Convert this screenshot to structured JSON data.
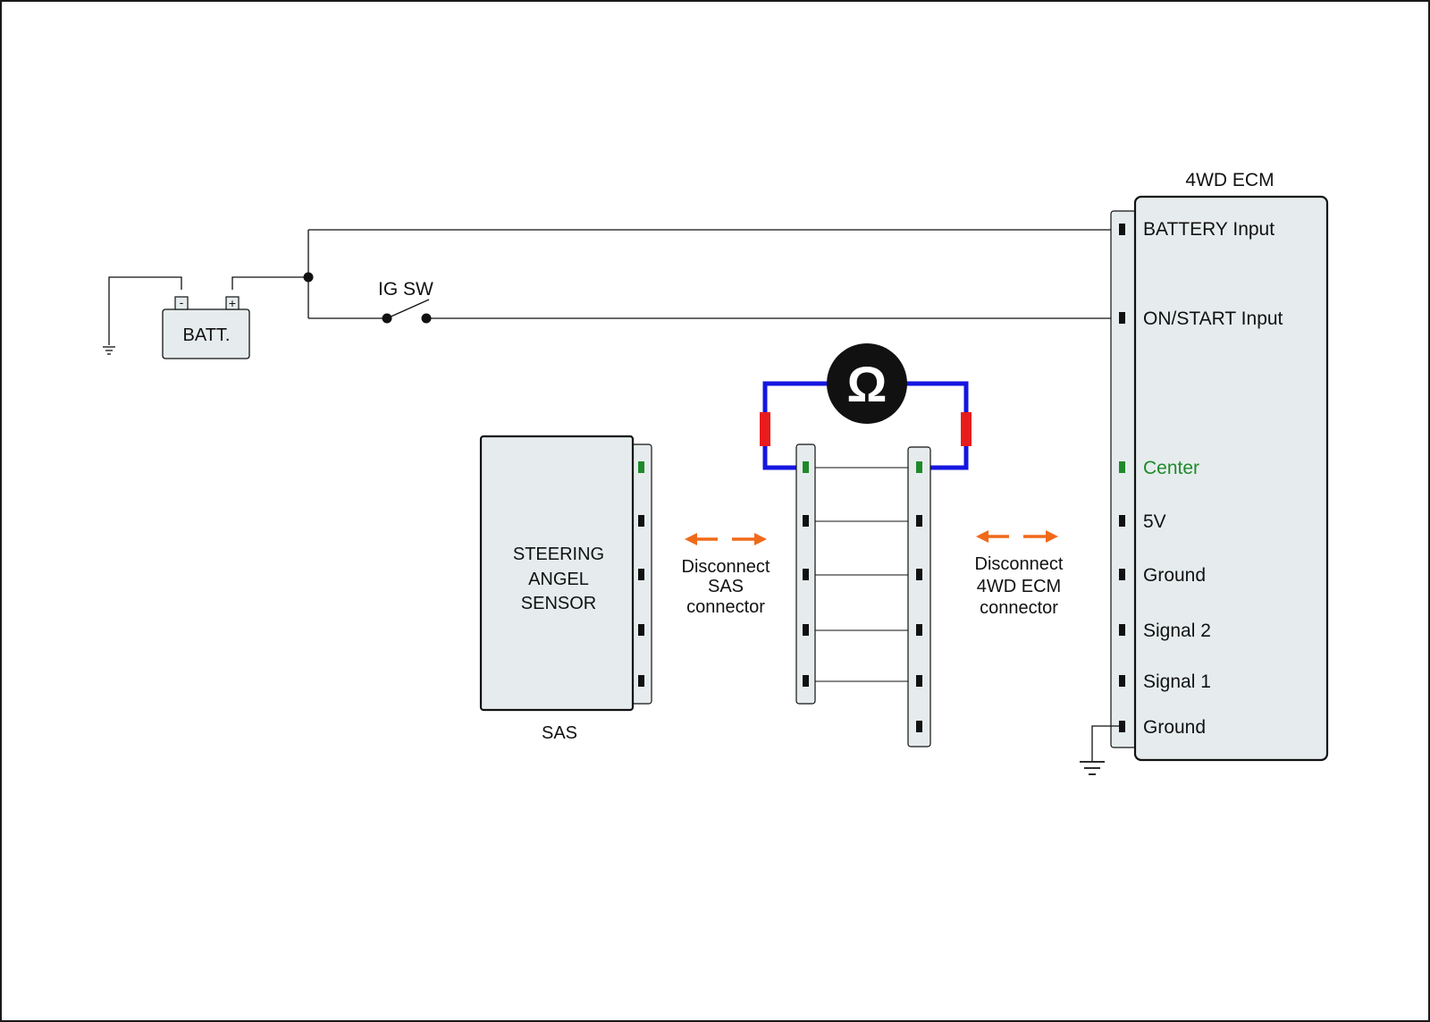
{
  "battery": {
    "label": "BATT.",
    "neg_sign": "-",
    "pos_sign": "+"
  },
  "ig_switch": {
    "label": "IG SW"
  },
  "ohmmeter": {
    "symbol": "Ω"
  },
  "sas": {
    "body_lines": [
      "STEERING",
      "ANGEL",
      "SENSOR"
    ],
    "caption": "SAS"
  },
  "annotations": {
    "sas_disconnect": [
      "Disconnect",
      "SAS",
      "connector"
    ],
    "ecm_disconnect": [
      "Disconnect",
      "4WD ECM",
      "connector"
    ]
  },
  "ecm": {
    "title": "4WD ECM",
    "pins": [
      {
        "label": "BATTERY Input",
        "highlight": false
      },
      {
        "label": "ON/START Input",
        "highlight": false
      },
      {
        "label": "Center",
        "highlight": true
      },
      {
        "label": "5V",
        "highlight": false
      },
      {
        "label": "Ground",
        "highlight": false
      },
      {
        "label": "Signal 2",
        "highlight": false
      },
      {
        "label": "Signal 1",
        "highlight": false
      },
      {
        "label": "Ground",
        "highlight": false
      }
    ]
  },
  "colors": {
    "component_fill": "#e6eced",
    "wire": "#111111",
    "meter_lead": "#1515e0",
    "probe": "#e81c1c",
    "highlight_pin": "#1e8a2a",
    "arrow": "#f06a1a"
  }
}
